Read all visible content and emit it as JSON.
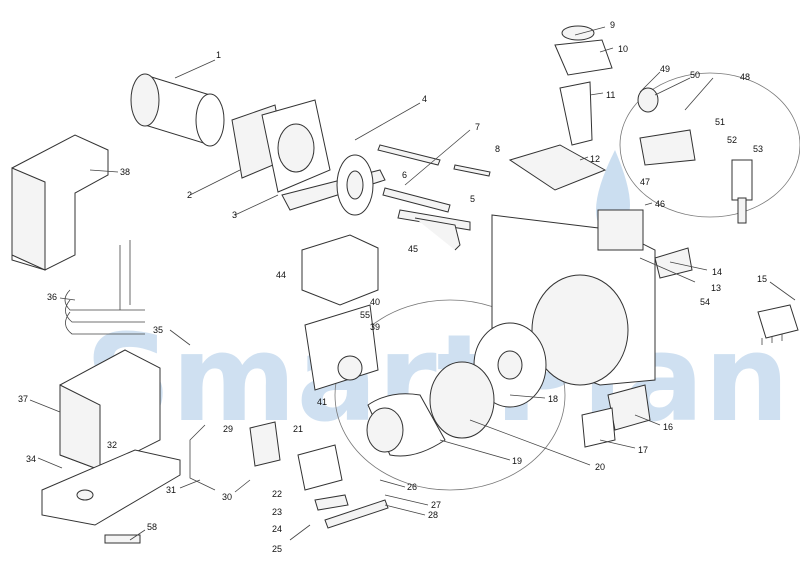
{
  "watermark": {
    "text": "SmartPlan",
    "color": "#a8c8e6"
  },
  "callouts": [
    "1",
    "2",
    "3",
    "4",
    "5",
    "6",
    "7",
    "8",
    "9",
    "10",
    "11",
    "12",
    "13",
    "14",
    "15",
    "16",
    "17",
    "18",
    "19",
    "20",
    "21",
    "22",
    "23",
    "24",
    "25",
    "26",
    "27",
    "28",
    "29",
    "30",
    "31",
    "32",
    "34",
    "35",
    "36",
    "37",
    "38",
    "39",
    "40",
    "41",
    "44",
    "45",
    "46",
    "47",
    "48",
    "49",
    "50",
    "51",
    "52",
    "53",
    "54",
    "55",
    "58"
  ]
}
